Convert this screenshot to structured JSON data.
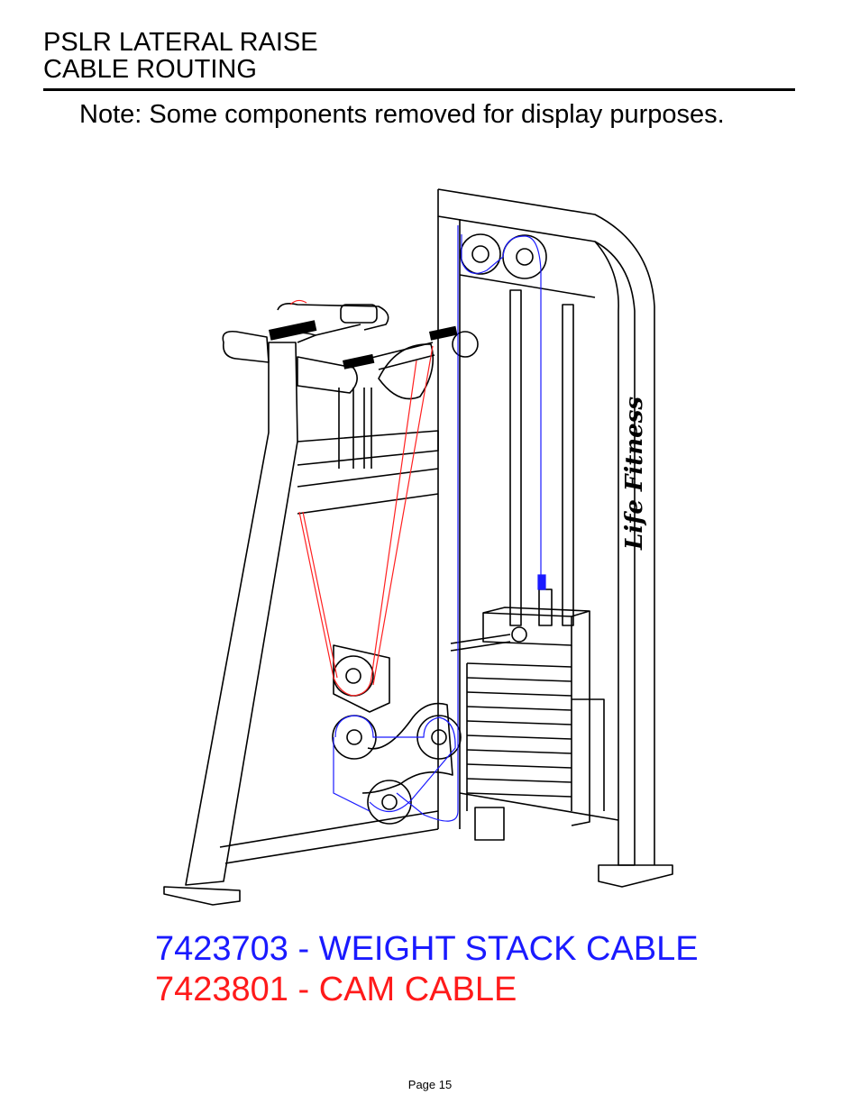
{
  "header": {
    "title_line1": "PSLR LATERAL RAISE",
    "title_line2": "CABLE ROUTING"
  },
  "note": "Note: Some components removed for display purposes.",
  "diagram": {
    "logo_text": "Life Fitness",
    "cable_colors": {
      "weight_stack": "#1a1aff",
      "cam": "#ff2020"
    }
  },
  "legend": [
    {
      "label": "7423703 - WEIGHT STACK CABLE",
      "color": "#1a1aff"
    },
    {
      "label": "7423801 - CAM CABLE",
      "color": "#ff1a1a"
    }
  ],
  "footer": {
    "page": "Page 15"
  }
}
